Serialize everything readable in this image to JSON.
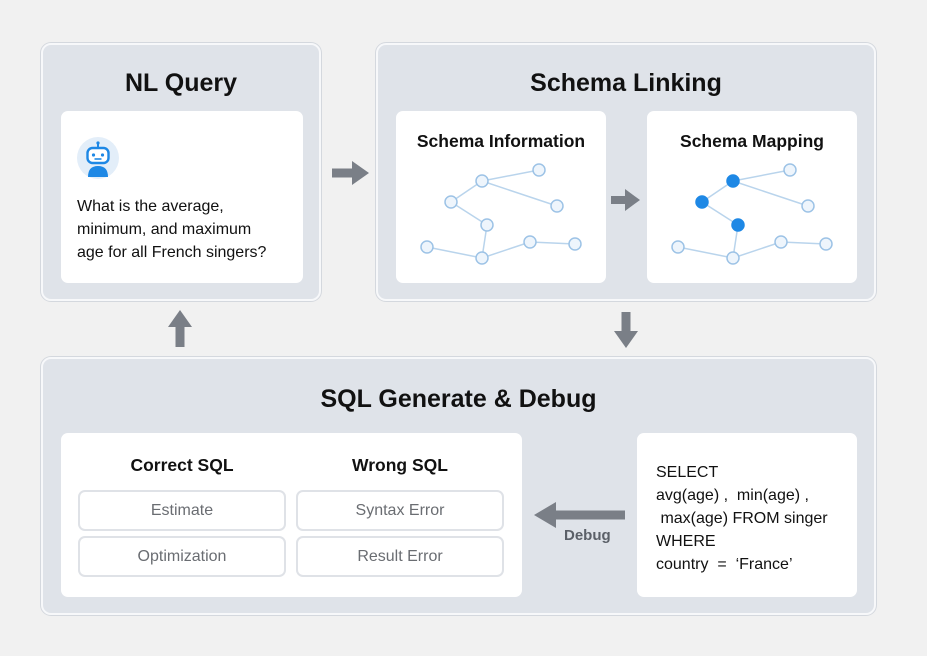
{
  "nl_query": {
    "title": "NL Query",
    "question": "What is the average,\nminimum, and maximum\nage for all French singers?",
    "avatar_icon": "robot-icon"
  },
  "schema_linking": {
    "title": "Schema Linking",
    "information_title": "Schema Information",
    "mapping_title": "Schema Mapping"
  },
  "sql_generate": {
    "title": "SQL Generate & Debug",
    "correct_title": "Correct SQL",
    "wrong_title": "Wrong SQL",
    "correct_items": [
      "Estimate",
      "Optimization"
    ],
    "wrong_items": [
      "Syntax Error",
      "Result Error"
    ],
    "debug_label": "Debug",
    "sql_query": "SELECT\navg(age) ,  min(age) ,\n max(age) FROM singer\nWHERE\ncountry  =  ‘France’"
  },
  "colors": {
    "panel_bg": "#dfe3e9",
    "card_bg": "#ffffff",
    "arrow": "#7a7f87",
    "node_fill": "#eef5fc",
    "node_stroke": "#9dc3e6",
    "node_highlight": "#1e88e5",
    "edge": "#b9d4ec"
  }
}
